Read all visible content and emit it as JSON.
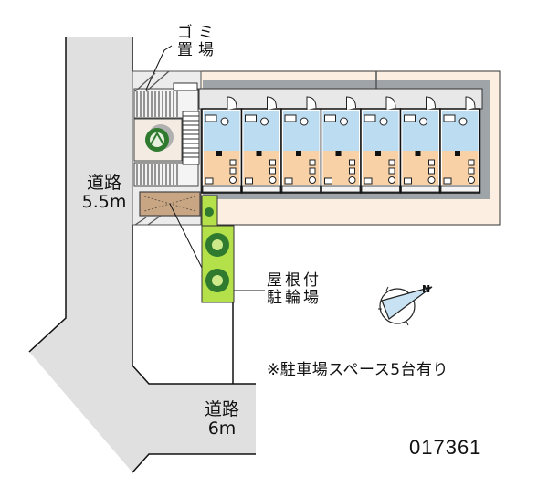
{
  "site_plan": {
    "property_id": "017361",
    "roads": [
      {
        "id": "road-west",
        "name": "道路",
        "width": "5.5m"
      },
      {
        "id": "road-south",
        "name": "道路",
        "width": "6m"
      }
    ],
    "labels": {
      "garbage_area": {
        "line1": "ゴミ",
        "line2": "置場"
      },
      "bicycle_parking": {
        "line1": "屋根付",
        "line2": "駐輪場"
      }
    },
    "note": "※駐車場スペース5台有り",
    "compass": {
      "north_label": "N"
    },
    "building": {
      "unit_count": 7
    },
    "colors": {
      "road": "#e0e0e0",
      "site": "#fcefe2",
      "room_floor": "#f8d2a6",
      "wet_area": "#bcdcf2",
      "corridor": "#e8e8e8",
      "shadow": "#9ea4a8",
      "greenery": "#b4e04a",
      "tree": "#2f7a2f",
      "bike_shed": "#c8a684",
      "compass_fill": "#c8e2f4"
    }
  }
}
